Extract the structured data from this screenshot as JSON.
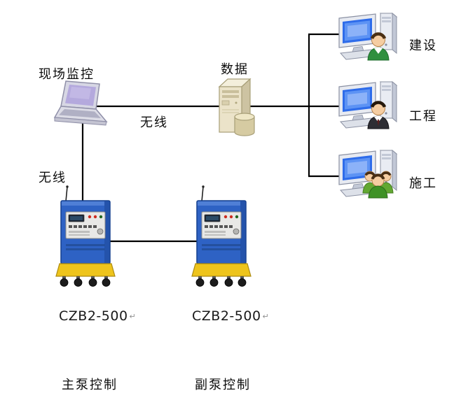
{
  "labels": {
    "site_monitoring": "现场监控",
    "data_server": "数据",
    "wireless_top": "无线",
    "wireless_left": "无线",
    "client_construction": "建设",
    "client_engineering": "工程",
    "client_contractor": "施工",
    "machine1_model": "CZB2-500",
    "machine1_mark": "↵",
    "machine2_model": "CZB2-500",
    "machine2_mark": "↵",
    "machine1_role": "主泵控制",
    "machine2_role": "副泵控制"
  },
  "colors": {
    "connection_line": "#000000",
    "machine_body_blue": "#2e62c4",
    "machine_base_yellow": "#eec41c",
    "monitor_screen_blue": "#2e6cea",
    "server_beige": "#ebe3c9",
    "laptop_screen_purple": "#b4a9dd"
  }
}
